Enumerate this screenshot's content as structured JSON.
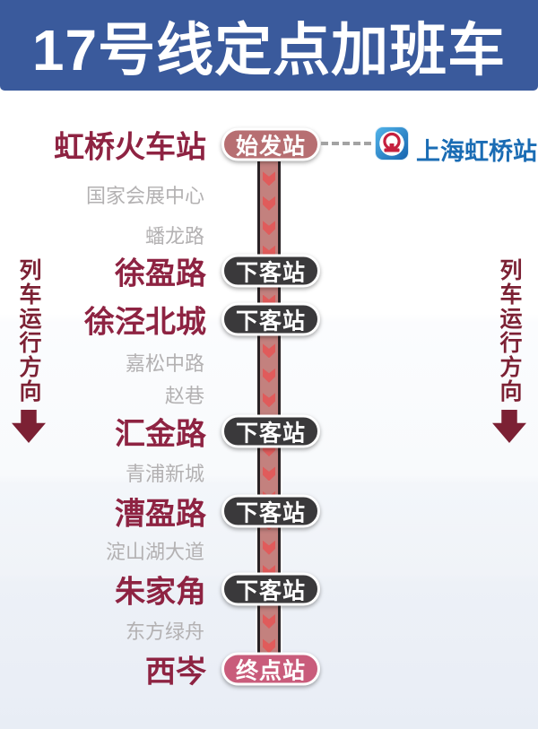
{
  "title": "17号线定点加班车",
  "direction_indicator": {
    "label": "列车运行方向"
  },
  "railway_link": {
    "icon": "china-railway-logo",
    "label": "上海虹桥站"
  },
  "badges": {
    "origin": "始发站",
    "drop": "下客站",
    "terminal": "终点站"
  },
  "stations": [
    {
      "name": "虹桥火车站",
      "type": "origin",
      "badge": "始发站"
    },
    {
      "name": "国家会展中心",
      "type": "passed"
    },
    {
      "name": "蟠龙路",
      "type": "passed"
    },
    {
      "name": "徐盈路",
      "type": "drop",
      "badge": "下客站"
    },
    {
      "name": "徐泾北城",
      "type": "drop",
      "badge": "下客站"
    },
    {
      "name": "嘉松中路",
      "type": "passed"
    },
    {
      "name": "赵巷",
      "type": "passed"
    },
    {
      "name": "汇金路",
      "type": "drop",
      "badge": "下客站"
    },
    {
      "name": "青浦新城",
      "type": "passed"
    },
    {
      "name": "漕盈路",
      "type": "drop",
      "badge": "下客站"
    },
    {
      "name": "淀山湖大道",
      "type": "passed"
    },
    {
      "name": "朱家角",
      "type": "drop",
      "badge": "下客站"
    },
    {
      "name": "东方绿舟",
      "type": "passed"
    },
    {
      "name": "西岑",
      "type": "terminal",
      "badge": "终点站"
    }
  ],
  "colors": {
    "banner_blue": "#3a5a9c",
    "station_red": "#8e2342",
    "minor_gray": "#b3b1b2",
    "line_pink": "#c3817e",
    "line_edge_dark": "#292225",
    "chevron_red": "#e05b5b",
    "badge_origin": "#b76f72",
    "badge_drop": "#3a393b",
    "badge_terminal": "#c95c7b",
    "railway_blue": "#1a6cb4",
    "direction_maroon": "#7c2134"
  }
}
